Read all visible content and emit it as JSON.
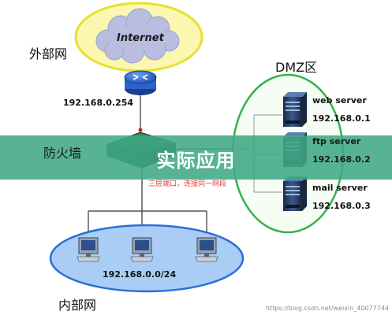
{
  "labels": {
    "internet": "Internet",
    "external_net": "外部网",
    "router_ip": "192.168.0.254",
    "firewall": "防火墙",
    "firewall_note": "三层端口，连接同一网段",
    "dmz": "DMZ区",
    "internal_net": "内部网",
    "internal_subnet": "192.168.0.0/24"
  },
  "servers": [
    {
      "name": "web server",
      "ip": "192.168.0.1"
    },
    {
      "name": "ftp server",
      "ip": "192.168.0.2"
    },
    {
      "name": "mail server",
      "ip": "192.168.0.3"
    }
  ],
  "banner": {
    "title": "实际应用"
  },
  "watermark": "https://blog.csdn.net/weixin_40077744",
  "colors": {
    "cloud_ring": "#e8e030",
    "cloud_fill": "#fbf7b0",
    "cloud_puffs": "#b9bde0",
    "dmz_ring": "#33b24a",
    "dmz_fill": "#effcef",
    "lan_ring": "#2a6fd6",
    "lan_fill": "#a9cdf4",
    "router": "#2a62c9",
    "firewall": "#1f6b4e",
    "banner": "#40a884"
  },
  "icons": {
    "router": "router-icon",
    "firewall": "firewall-icon",
    "server": "server-icon",
    "workstation": "workstation-icon",
    "cloud": "cloud-icon"
  }
}
